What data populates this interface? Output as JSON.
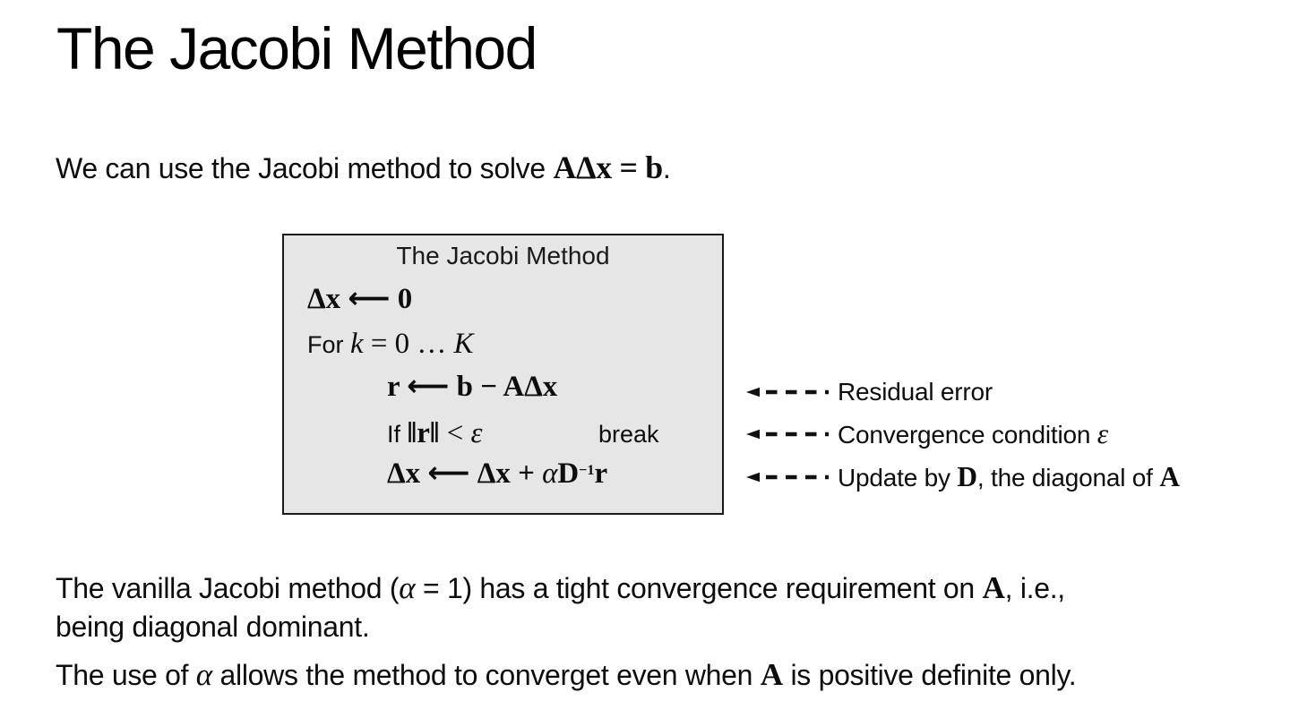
{
  "slide": {
    "title": "The Jacobi Method",
    "intro_segments": [
      {
        "t": "We can use the Jacobi method to solve "
      },
      {
        "t": "AΔx = b",
        "s": "mb"
      },
      {
        "t": "."
      }
    ],
    "box": {
      "title": "The Jacobi Method",
      "lines": {
        "init": [
          {
            "t": "Δx ",
            "s": "mb"
          },
          {
            "t": "⟵",
            "s": "ar"
          },
          {
            "t": " 0",
            "s": "mb"
          }
        ],
        "loop": [
          {
            "t": "For "
          },
          {
            "t": "k",
            "s": "mi"
          },
          {
            "t": " = 0 … ",
            "s": "m"
          },
          {
            "t": "K",
            "s": "mi"
          }
        ],
        "residual": [
          {
            "t": "r ",
            "s": "mb"
          },
          {
            "t": "⟵",
            "s": "ar"
          },
          {
            "t": " b − AΔx",
            "s": "mb"
          }
        ],
        "condition": [
          {
            "t": "If "
          },
          {
            "t": "‖r‖",
            "s": "mb"
          },
          {
            "t": " < ",
            "s": "m"
          },
          {
            "t": "ε",
            "s": "mi"
          }
        ],
        "break_label": "break",
        "update": [
          {
            "t": "Δx ",
            "s": "mb"
          },
          {
            "t": "⟵",
            "s": "ar"
          },
          {
            "t": " Δx + ",
            "s": "mb"
          },
          {
            "t": "α",
            "s": "mi"
          },
          {
            "t": "D",
            "s": "mb"
          },
          {
            "t": "−1",
            "s": "mbsup"
          },
          {
            "t": "r",
            "s": "mb"
          }
        ]
      }
    },
    "annotations": [
      {
        "segments": [
          {
            "t": "Residual error"
          }
        ]
      },
      {
        "segments": [
          {
            "t": "Convergence condition "
          },
          {
            "t": "ε",
            "s": "mi"
          }
        ]
      },
      {
        "segments": [
          {
            "t": "Update by "
          },
          {
            "t": "D",
            "s": "mb"
          },
          {
            "t": ", the diagonal of "
          },
          {
            "t": "A",
            "s": "mb"
          }
        ]
      }
    ],
    "footer": {
      "para1_line1_segments": [
        {
          "t": "The vanilla Jacobi method ("
        },
        {
          "t": "α",
          "s": "mi"
        },
        {
          "t": " = 1) has a tight convergence requirement on "
        },
        {
          "t": "A",
          "s": "mb"
        },
        {
          "t": ", i.e.,"
        }
      ],
      "para1_line2_segments": [
        {
          "t": "being diagonal dominant."
        }
      ],
      "para2_segments": [
        {
          "t": "The use of "
        },
        {
          "t": "α",
          "s": "mi"
        },
        {
          "t": " allows the method to converget even when "
        },
        {
          "t": "A",
          "s": "mb"
        },
        {
          "t": " is positive definite only."
        }
      ]
    },
    "colors": {
      "background": "#ffffff",
      "text": "#000000",
      "box_fill": "#e6e6e6",
      "box_border": "#1a1a1a"
    }
  }
}
